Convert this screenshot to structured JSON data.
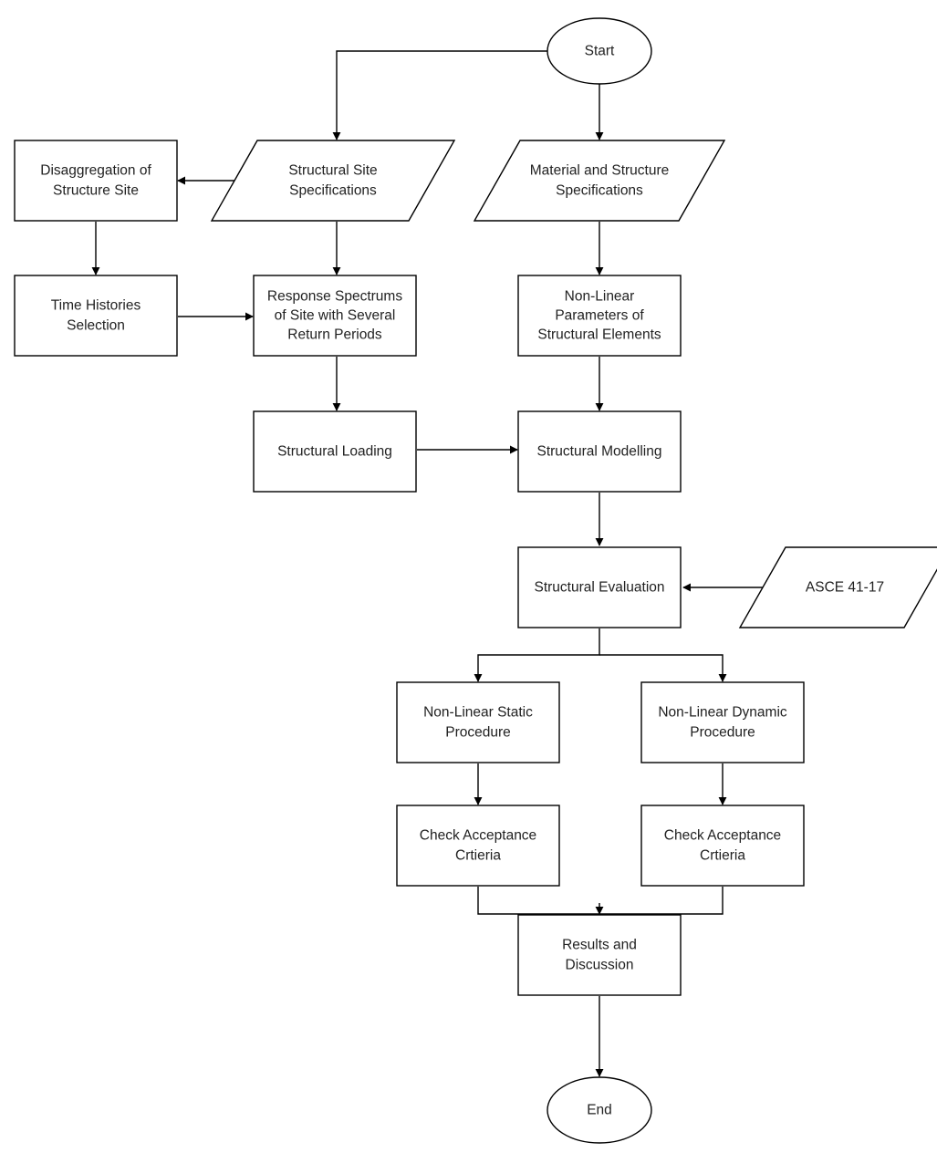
{
  "diagram": {
    "colors": {
      "stroke": "#000000",
      "fill": "#ffffff",
      "text": "#222222",
      "background": "#ffffff"
    },
    "nodes": [
      {
        "id": "start",
        "shape": "ellipse",
        "lines": [
          "Start"
        ]
      },
      {
        "id": "site-spec",
        "shape": "parallelogram",
        "lines": [
          "Structural Site",
          "Specifications"
        ]
      },
      {
        "id": "material-spec",
        "shape": "parallelogram",
        "lines": [
          "Material and Structure",
          "Specifications"
        ]
      },
      {
        "id": "disaggregation",
        "shape": "rectangle",
        "lines": [
          "Disaggregation of",
          "Structure Site"
        ]
      },
      {
        "id": "time-histories",
        "shape": "rectangle",
        "lines": [
          "Time Histories",
          "Selection"
        ]
      },
      {
        "id": "response-spectrums",
        "shape": "rectangle",
        "lines": [
          "Response Spectrums",
          "of Site with Several",
          "Return Periods"
        ]
      },
      {
        "id": "nonlinear-params",
        "shape": "rectangle",
        "lines": [
          "Non-Linear",
          "Parameters of",
          "Structural Elements"
        ]
      },
      {
        "id": "structural-loading",
        "shape": "rectangle",
        "lines": [
          "Structural Loading"
        ]
      },
      {
        "id": "structural-modelling",
        "shape": "rectangle",
        "lines": [
          "Structural Modelling"
        ]
      },
      {
        "id": "structural-evaluation",
        "shape": "rectangle",
        "lines": [
          "Structural Evaluation"
        ]
      },
      {
        "id": "asce",
        "shape": "parallelogram",
        "lines": [
          "ASCE 41-17"
        ]
      },
      {
        "id": "nl-static",
        "shape": "rectangle",
        "lines": [
          "Non-Linear Static",
          "Procedure"
        ]
      },
      {
        "id": "nl-dynamic",
        "shape": "rectangle",
        "lines": [
          "Non-Linear Dynamic",
          "Procedure"
        ]
      },
      {
        "id": "check-static",
        "shape": "rectangle",
        "lines": [
          "Check Acceptance",
          "Crtieria"
        ]
      },
      {
        "id": "check-dynamic",
        "shape": "rectangle",
        "lines": [
          "Check Acceptance",
          "Crtieria"
        ]
      },
      {
        "id": "results",
        "shape": "rectangle",
        "lines": [
          "Results and",
          "Discussion"
        ]
      },
      {
        "id": "end",
        "shape": "ellipse",
        "lines": [
          "End"
        ]
      }
    ],
    "edges": [
      {
        "from": "start",
        "to": "site-spec"
      },
      {
        "from": "start",
        "to": "material-spec"
      },
      {
        "from": "site-spec",
        "to": "disaggregation"
      },
      {
        "from": "site-spec",
        "to": "response-spectrums"
      },
      {
        "from": "disaggregation",
        "to": "time-histories"
      },
      {
        "from": "time-histories",
        "to": "response-spectrums"
      },
      {
        "from": "material-spec",
        "to": "nonlinear-params"
      },
      {
        "from": "response-spectrums",
        "to": "structural-loading"
      },
      {
        "from": "nonlinear-params",
        "to": "structural-modelling"
      },
      {
        "from": "structural-loading",
        "to": "structural-modelling"
      },
      {
        "from": "structural-modelling",
        "to": "structural-evaluation"
      },
      {
        "from": "asce",
        "to": "structural-evaluation"
      },
      {
        "from": "structural-evaluation",
        "to": "nl-static"
      },
      {
        "from": "structural-evaluation",
        "to": "nl-dynamic"
      },
      {
        "from": "nl-static",
        "to": "check-static"
      },
      {
        "from": "nl-dynamic",
        "to": "check-dynamic"
      },
      {
        "from": "check-static",
        "to": "results"
      },
      {
        "from": "check-dynamic",
        "to": "results"
      },
      {
        "from": "results",
        "to": "end"
      }
    ]
  }
}
